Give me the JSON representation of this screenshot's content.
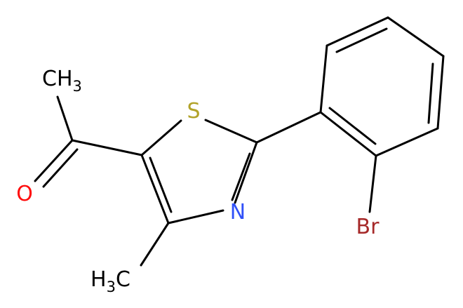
{
  "colors": {
    "bond": "#000000",
    "carbon": "#000000",
    "oxygen": "#ff0d0d",
    "nitrogen": "#3050f8",
    "sulfur": "#b2a32a",
    "bromine": "#a62929"
  },
  "labels": {
    "acetyl_methyl": {
      "main": "CH",
      "sub": "3"
    },
    "oxygen": "O",
    "sulfur": "S",
    "nitrogen": "N",
    "bromine": "Br",
    "ring_methyl": {
      "main": "H",
      "sub": "3",
      "tail": "C"
    }
  }
}
